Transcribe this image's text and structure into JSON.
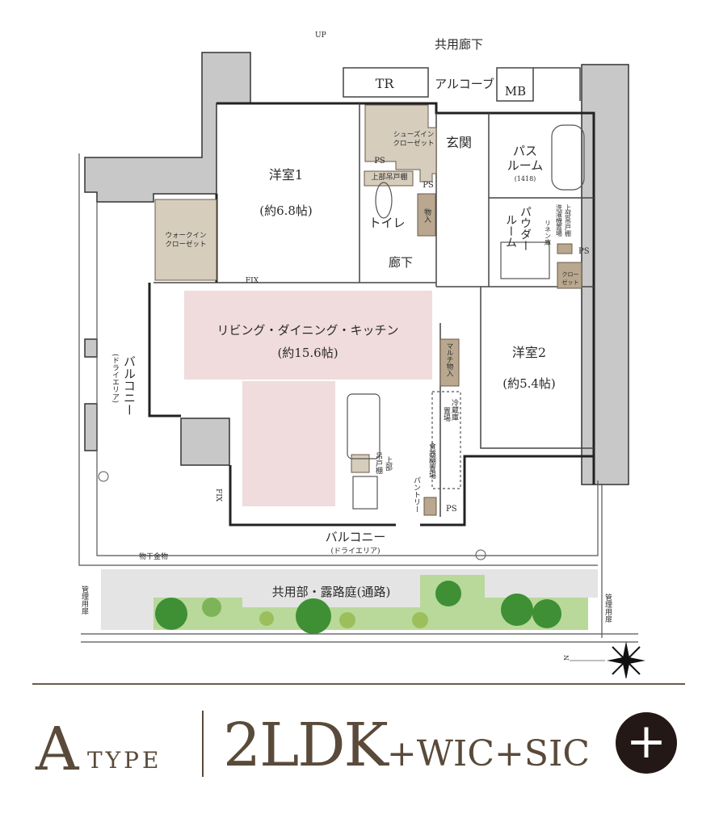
{
  "plan": {
    "common_corridor": "共用廊下",
    "up": "UP",
    "tr": "TR",
    "alcove": "アルコーブ",
    "mb": "MB",
    "shoes_closet": [
      "シューズイン",
      "クローゼット"
    ],
    "entrance": "玄関",
    "ps": "PS",
    "upper_cabinet": "上部吊戸棚",
    "toilet": "トイレ",
    "storage": "物入",
    "western1": "洋室1",
    "western1_size": "(約6.8帖)",
    "bath": [
      "パス",
      "ルーム"
    ],
    "bath_size": "(1418)",
    "powder": [
      "パウダー",
      "ルーム"
    ],
    "washer": "洗濯機置場",
    "upper_cabinet_v": "上部吊戸棚",
    "linen": "リネン庫",
    "closet": [
      "クロー",
      "ゼット"
    ],
    "hallway": "廊下",
    "wic": [
      "ウォークイン",
      "クローゼット"
    ],
    "fix": "FIX",
    "ldk": "リビング・ダイニング・キッチン",
    "ldk_size": "(約15.6帖)",
    "multi_storage": "マルチ物入",
    "western2": "洋室2",
    "western2_size": "(約5.4帖)",
    "fridge": [
      "冷蔵庫",
      "置場"
    ],
    "cupboard": "食器棚置場",
    "hanging_cabinet": [
      "上部",
      "吊戸棚"
    ],
    "pantry": "パントリー",
    "balcony": "バルコニー",
    "dry_area": "(ドライエリア)",
    "drying_rail": "物干金物",
    "garden": "共用部・露路庭(通路)",
    "mgmt_door": "管理用扉",
    "compass": "N"
  },
  "title": {
    "type_letter": "A",
    "type_word": "TYPE",
    "plan_main": "2LDK",
    "plan_suffix": "+WIC+SIC",
    "plus_icon": "+"
  },
  "colors": {
    "ldk": "#f0dcdc",
    "storage": "#d6cdbd",
    "wall": "#c8c8c8",
    "garden": "#b8d99a",
    "accent": "#5a4a3a"
  }
}
